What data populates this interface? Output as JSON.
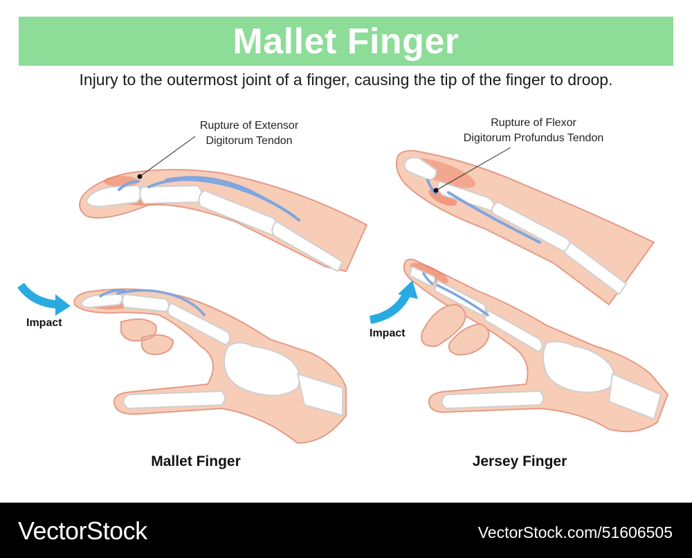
{
  "title": "Mallet Finger",
  "subtitle": "Injury to the outermost joint of a finger, causing the tip of the finger to droop.",
  "callouts": {
    "extensor_line1": "Rupture of Extensor",
    "extensor_line2": "Digitorum Tendon",
    "flexor_line1": "Rupture of Flexor",
    "flexor_line2": "Digitorum Profundus Tendon"
  },
  "impact_left": "Impact",
  "impact_right": "Impact",
  "panels": {
    "left_label": "Mallet Finger",
    "right_label": "Jersey Finger"
  },
  "footer": {
    "brand": "VectorStock",
    "image_id": "VectorStock.com/51606505"
  },
  "colors": {
    "banner": "#8ddc98",
    "skin": "#f7cdb8",
    "skin_outline": "#e49a86",
    "inflammation": "#ee6f50",
    "bone": "#ffffff",
    "bone_outline": "#cfcfcf",
    "tendon": "#7ea6e0",
    "impact_arrow": "#29abe2"
  }
}
